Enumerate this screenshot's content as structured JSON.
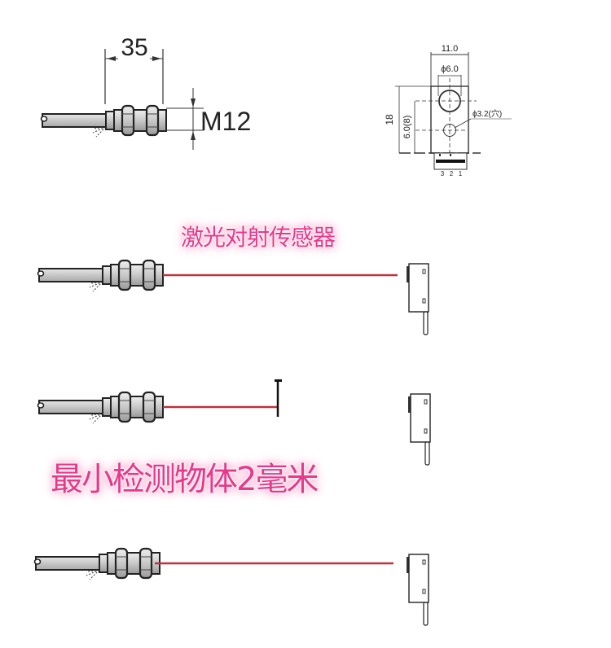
{
  "dimensions": {
    "sensor_length": "35",
    "thread_size": "M12",
    "receiver_width": "11.0",
    "lens_diameter": "ϕ6.0",
    "receiver_height": "18",
    "hole_spacing": "6.0(8)",
    "hole_diameter": "ϕ3.2(穴)",
    "pin_labels": [
      "3",
      "2",
      "1"
    ]
  },
  "captions": {
    "title": "激光对射传感器",
    "min_object": "最小检测物体2毫米"
  },
  "scenarios": [
    {
      "name": "beam-clear",
      "blocked": false
    },
    {
      "name": "beam-blocked",
      "blocked": true
    },
    {
      "name": "beam-clear-2",
      "blocked": false
    }
  ],
  "colors": {
    "laser": "#c0313a",
    "caption": "#e8388a",
    "outline": "#222222",
    "body_fill": "#cfcfcf"
  }
}
